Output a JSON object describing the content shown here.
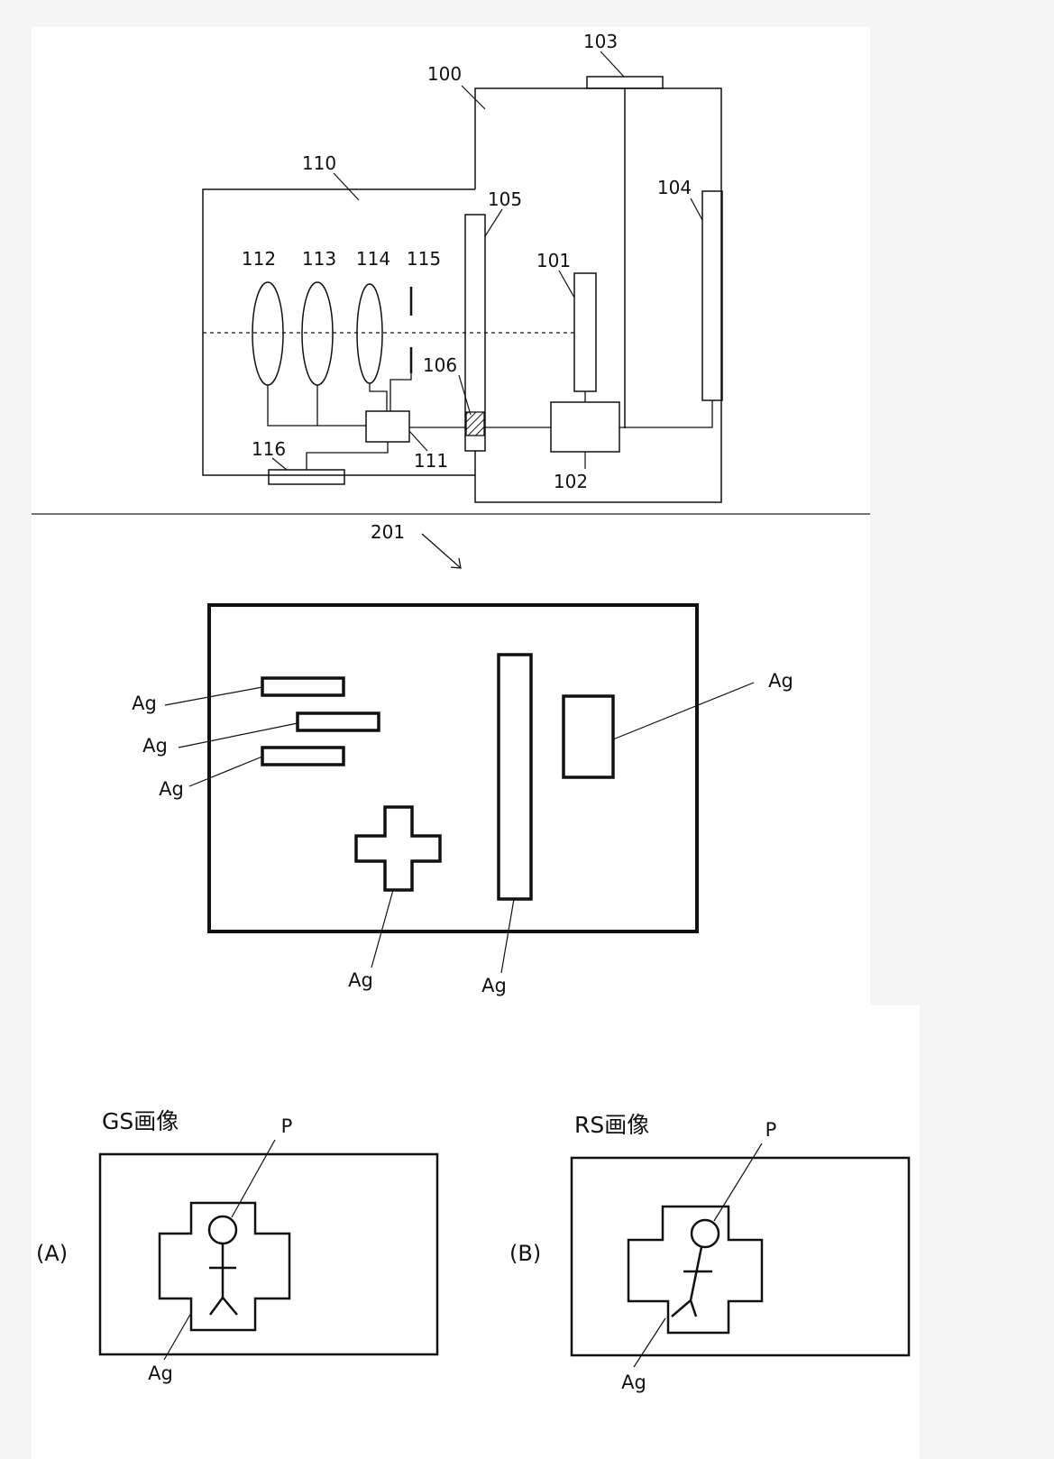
{
  "figure1": {
    "labels": {
      "body": "100",
      "image_sensor": "101",
      "processor": "102",
      "shutter_button": "103",
      "display": "104",
      "mount_panel": "105",
      "contact": "106",
      "lens_unit": "110",
      "lens_controller": "111",
      "lens_1": "112",
      "lens_2": "113",
      "lens_3": "114",
      "aperture": "115",
      "lens_part_116": "116"
    }
  },
  "figure2": {
    "label": "201",
    "areas": [
      "Ag",
      "Ag",
      "Ag",
      "Ag",
      "Ag",
      "Ag"
    ]
  },
  "figure3": {
    "panel_a": {
      "tag": "(A)",
      "title": "GS画像",
      "person": "P",
      "area": "Ag"
    },
    "panel_b": {
      "tag": "(B)",
      "title": "RS画像",
      "person": "P",
      "area": "Ag"
    }
  }
}
